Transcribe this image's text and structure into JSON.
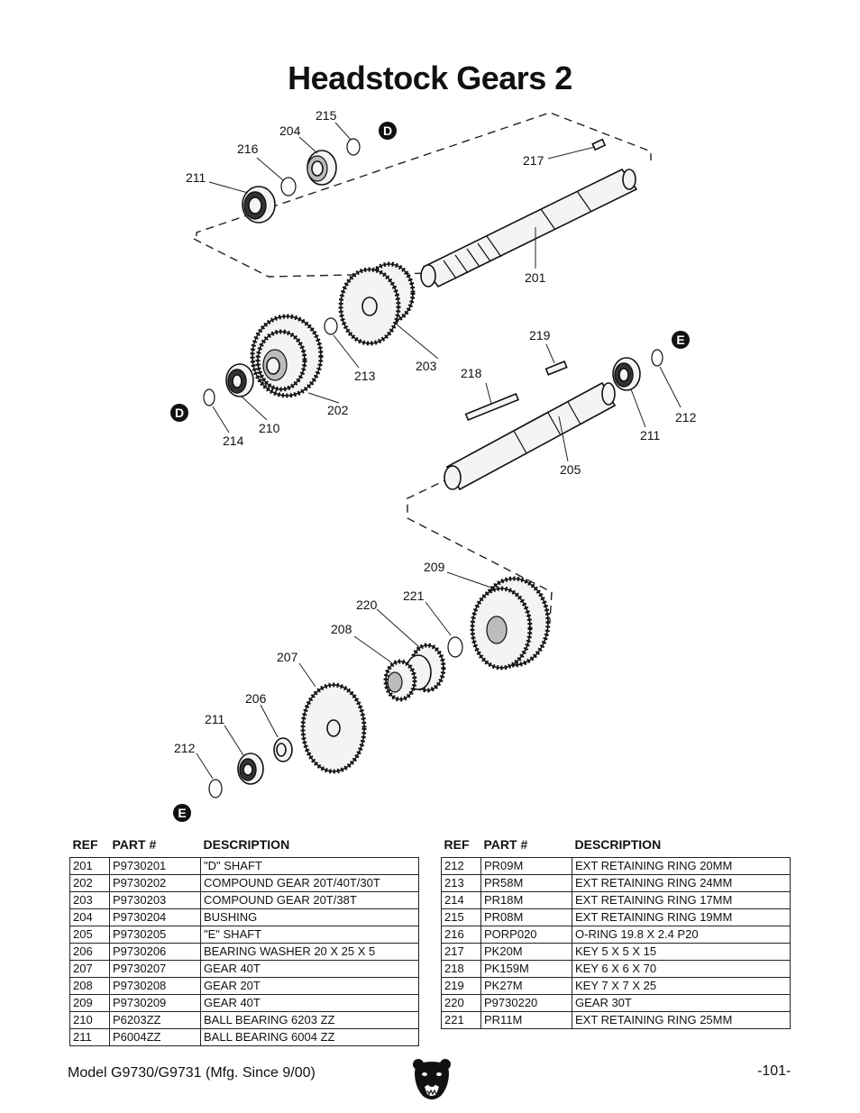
{
  "page": {
    "title": "Headstock Gears 2"
  },
  "callouts": {
    "c201": "201",
    "c202": "202",
    "c203": "203",
    "c204": "204",
    "c205": "205",
    "c206": "206",
    "c207": "207",
    "c208": "208",
    "c209": "209",
    "c210": "210",
    "c211a": "211",
    "c211b": "211",
    "c211c": "211",
    "c212a": "212",
    "c212b": "212",
    "c213": "213",
    "c214": "214",
    "c215": "215",
    "c216": "216",
    "c217": "217",
    "c218": "218",
    "c219": "219",
    "c220": "220",
    "c221": "221"
  },
  "badges": {
    "d1": "D",
    "d2": "D",
    "e1": "E",
    "e2": "E"
  },
  "table_headers": {
    "ref": "REF",
    "part": "PART #",
    "desc": "DESCRIPTION"
  },
  "parts_left": [
    {
      "ref": "201",
      "part": "P9730201",
      "desc": "\"D\" SHAFT"
    },
    {
      "ref": "202",
      "part": "P9730202",
      "desc": "COMPOUND GEAR 20T/40T/30T"
    },
    {
      "ref": "203",
      "part": "P9730203",
      "desc": "COMPOUND GEAR 20T/38T"
    },
    {
      "ref": "204",
      "part": "P9730204",
      "desc": "BUSHING"
    },
    {
      "ref": "205",
      "part": "P9730205",
      "desc": "\"E\" SHAFT"
    },
    {
      "ref": "206",
      "part": "P9730206",
      "desc": "BEARING WASHER 20 X 25 X 5"
    },
    {
      "ref": "207",
      "part": "P9730207",
      "desc": "GEAR 40T"
    },
    {
      "ref": "208",
      "part": "P9730208",
      "desc": "GEAR 20T"
    },
    {
      "ref": "209",
      "part": "P9730209",
      "desc": "GEAR 40T"
    },
    {
      "ref": "210",
      "part": "P6203ZZ",
      "desc": "BALL BEARING 6203 ZZ"
    },
    {
      "ref": "211",
      "part": "P6004ZZ",
      "desc": "BALL BEARING 6004 ZZ"
    }
  ],
  "parts_right": [
    {
      "ref": "212",
      "part": "PR09M",
      "desc": "EXT RETAINING RING 20MM"
    },
    {
      "ref": "213",
      "part": "PR58M",
      "desc": "EXT RETAINING RING 24MM"
    },
    {
      "ref": "214",
      "part": "PR18M",
      "desc": "EXT RETAINING RING 17MM"
    },
    {
      "ref": "215",
      "part": "PR08M",
      "desc": "EXT RETAINING RING 19MM"
    },
    {
      "ref": "216",
      "part": "PORP020",
      "desc": "O-RING 19.8 X 2.4 P20"
    },
    {
      "ref": "217",
      "part": "PK20M",
      "desc": "KEY 5 X 5 X 15"
    },
    {
      "ref": "218",
      "part": "PK159M",
      "desc": "KEY 6 X 6 X 70"
    },
    {
      "ref": "219",
      "part": "PK27M",
      "desc": "KEY 7 X 7 X 25"
    },
    {
      "ref": "220",
      "part": "P9730220",
      "desc": "GEAR 30T"
    },
    {
      "ref": "221",
      "part": "PR11M",
      "desc": "EXT RETAINING RING 25MM"
    }
  ],
  "footer": {
    "model": "Model G9730/G9731 (Mfg. Since 9/00)",
    "page_number": "-101-"
  },
  "colors": {
    "ink": "#111111",
    "paper": "#ffffff"
  },
  "icons": {
    "logo": "grizzly-bear-head-logo"
  }
}
